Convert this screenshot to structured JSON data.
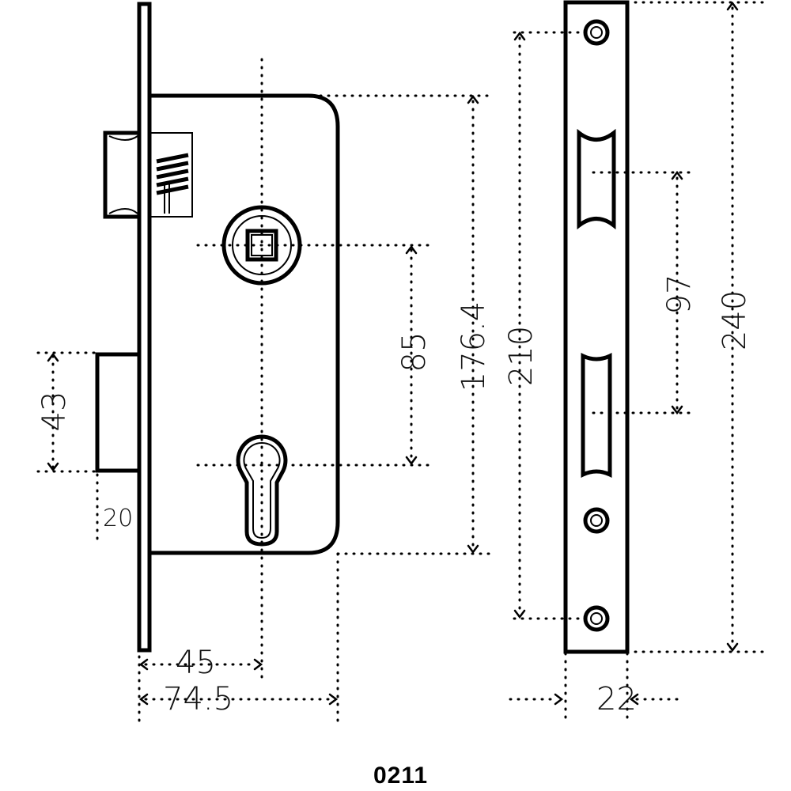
{
  "dimensions": {
    "backset_45": "45",
    "width_74_5": "74.5",
    "latch_43": "43",
    "bolt_20": "20",
    "center_85": "85",
    "body_176_4": "176.4",
    "screw_210": "210",
    "faceplate_97": "97",
    "faceplate_240": "240",
    "faceplate_22": "22"
  },
  "model_code": "0211",
  "colors": {
    "line": "#000000",
    "background": "#ffffff"
  }
}
